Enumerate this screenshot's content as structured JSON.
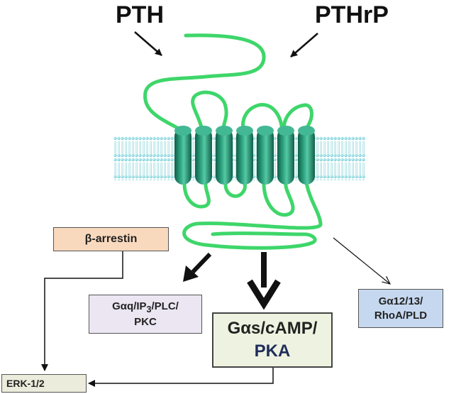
{
  "ligands": {
    "pth": "PTH",
    "pthrp": "PTHrP"
  },
  "boxes": {
    "arrestin": "β-arrestin",
    "gq": {
      "line1_pre": "Gαq/IP",
      "line1_sub": "3",
      "line1_post": "/PLC/",
      "line2": "PKC"
    },
    "gs": {
      "line1": "Gαs/cAMP/",
      "line2": "PKA"
    },
    "g12": {
      "line1": "Gα12/13/",
      "line2": "RhoA/PLD"
    },
    "erk": "ERK-1/2"
  },
  "colors": {
    "receptor_helix": "#2e9c7c",
    "receptor_loop": "#3ed66a",
    "membrane_head": "#8fdde2",
    "arrestin_fill": "#f9d9bd",
    "gq_fill": "#ebe6f2",
    "gs_fill": "#eef2e0",
    "g12_fill": "#c6d8ef",
    "erk_fill": "#ececdc"
  }
}
